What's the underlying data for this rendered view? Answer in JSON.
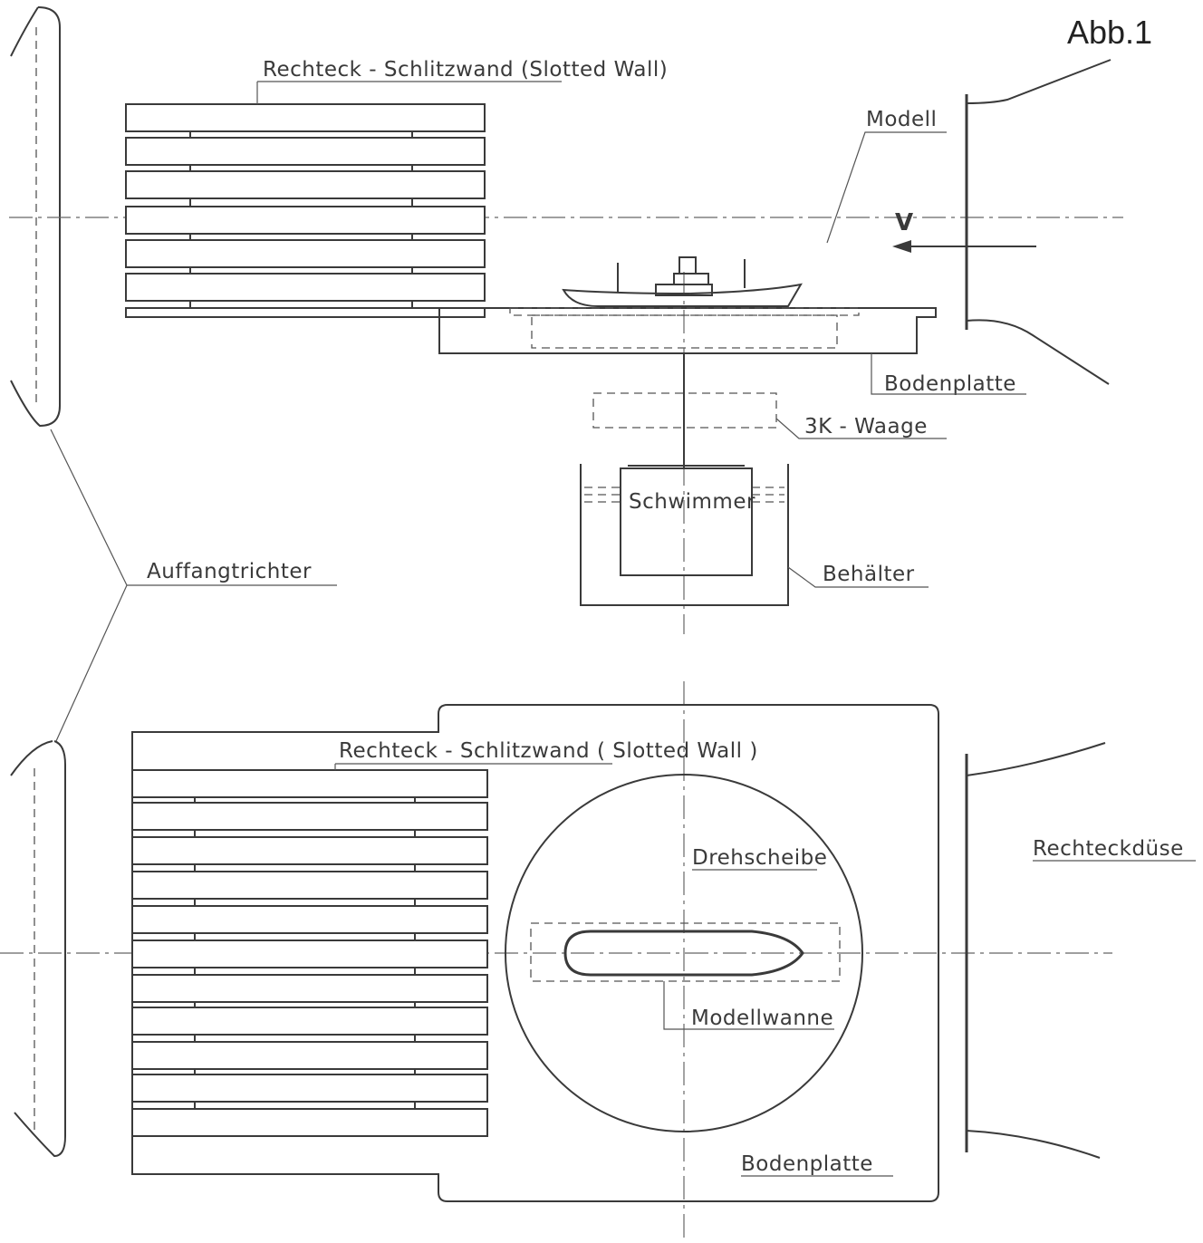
{
  "figure_label": "Abb.1",
  "labels": {
    "slotted_wall_top": "Rechteck - Schlitzwand  (Slotted Wall)",
    "modell": "Modell",
    "velocity": "V",
    "bodenplatte_top": "Bodenplatte",
    "waage": "3K - Waage",
    "schwimmer": "Schwimmer",
    "behaelter": "Behälter",
    "auffangtrichter": "Auffangtrichter",
    "slotted_wall_bottom": "Rechteck - Schlitzwand  ( Slotted Wall )",
    "drehscheibe": "Drehscheibe",
    "rechteckduese": "Rechteckdüse",
    "modellwanne": "Modellwanne",
    "bodenplatte_bottom": "Bodenplatte"
  }
}
